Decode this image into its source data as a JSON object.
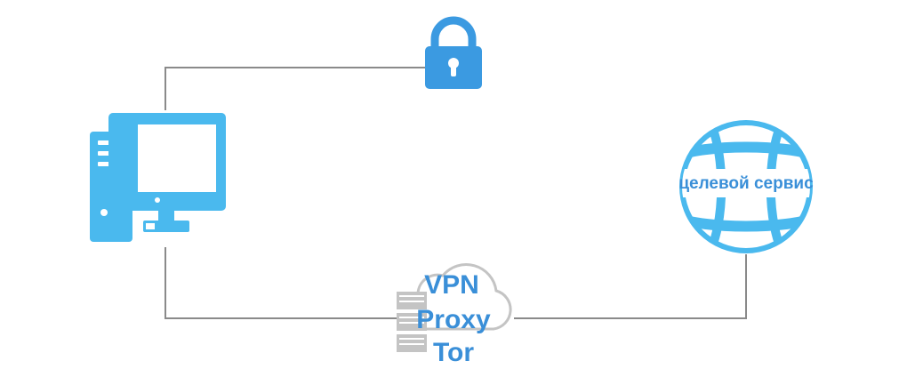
{
  "colors": {
    "icon_blue": "#4ab9ee",
    "lock_blue": "#3b9ae1",
    "line_gray": "#8a8a8a",
    "server_gray": "#c4c4c4",
    "label_blue": "#3a8fd8"
  },
  "nodes": {
    "computer": {
      "icon": "desktop-computer-icon"
    },
    "lock": {
      "icon": "padlock-icon"
    },
    "globe": {
      "icon": "globe-icon",
      "label": "целевой сервис"
    },
    "intermediary": {
      "icon": "cloud-server-icon",
      "labels": [
        "VPN",
        "Proxy",
        "Tor"
      ]
    }
  }
}
